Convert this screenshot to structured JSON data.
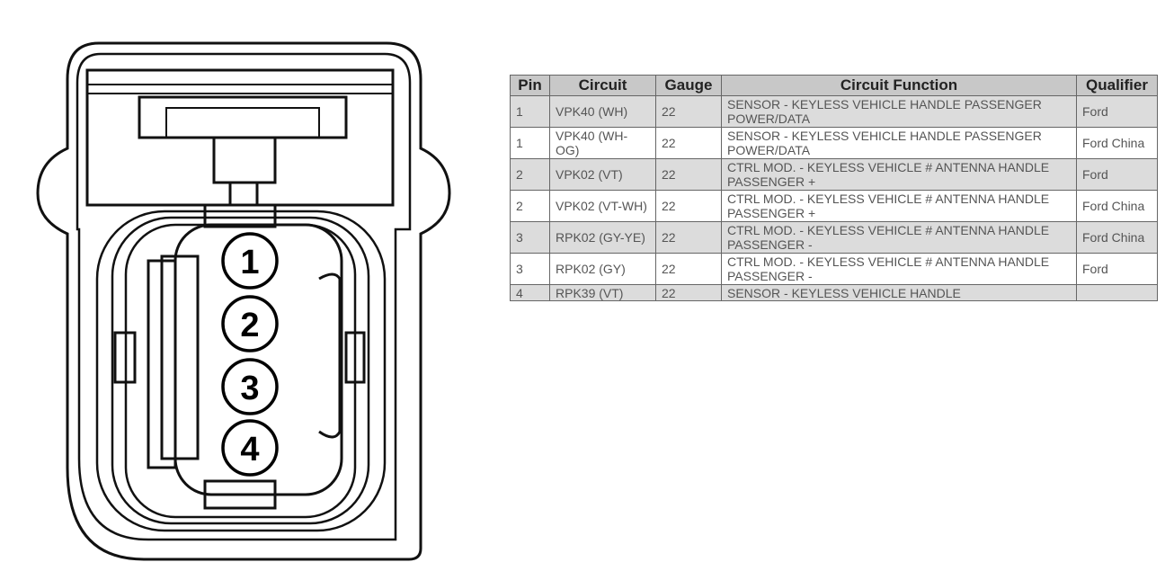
{
  "connector": {
    "pins": [
      "1",
      "2",
      "3",
      "4"
    ]
  },
  "table": {
    "headers": [
      "Pin",
      "Circuit",
      "Gauge",
      "Circuit Function",
      "Qualifier"
    ],
    "rows": [
      [
        "1",
        "VPK40 (WH)",
        "22",
        "SENSOR - KEYLESS VEHICLE HANDLE PASSENGER POWER/DATA",
        "Ford"
      ],
      [
        "1",
        "VPK40 (WH-OG)",
        "22",
        "SENSOR - KEYLESS VEHICLE HANDLE PASSENGER POWER/DATA",
        "Ford China"
      ],
      [
        "2",
        "VPK02 (VT)",
        "22",
        "CTRL MOD. - KEYLESS VEHICLE # ANTENNA HANDLE PASSENGER +",
        "Ford"
      ],
      [
        "2",
        "VPK02 (VT-WH)",
        "22",
        "CTRL MOD. - KEYLESS VEHICLE # ANTENNA HANDLE PASSENGER +",
        "Ford China"
      ],
      [
        "3",
        "RPK02 (GY-YE)",
        "22",
        "CTRL MOD. - KEYLESS VEHICLE # ANTENNA HANDLE PASSENGER -",
        "Ford China"
      ],
      [
        "3",
        "RPK02 (GY)",
        "22",
        "CTRL MOD. - KEYLESS VEHICLE # ANTENNA HANDLE PASSENGER -",
        "Ford"
      ],
      [
        "4",
        "RPK39 (VT)",
        "22",
        "SENSOR - KEYLESS VEHICLE HANDLE",
        ""
      ]
    ]
  }
}
